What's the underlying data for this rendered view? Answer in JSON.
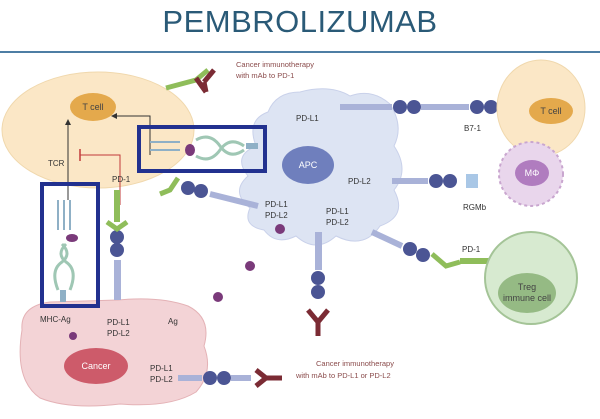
{
  "title": "PEMBROLIZUMAB",
  "cells": {
    "t_cell_main": "T cell",
    "t_cell_right": "T cell",
    "apc": "APC",
    "cancer": "Cancer",
    "macrophage": "MΦ",
    "treg_line1": "Treg",
    "treg_line2": "immune cell"
  },
  "labels": {
    "tcr": "TCR",
    "pd1_tcell": "PD-1",
    "mhc_ag": "MHC-Ag",
    "ag": "Ag",
    "pdl1_cancer_up": "PD-L1",
    "pdl2_cancer_up": "PD-L2",
    "pdl1_cancer_low": "PD-L1",
    "pdl2_cancer_low": "PD-L2",
    "pdl1_apc_top": "PD-L1",
    "pdl2_apc_right": "PD-L2",
    "pdl1_apc_left": "PD-L1",
    "pdl2_apc_left": "PD-L2",
    "pdl1_apc_mid": "PD-L1",
    "pdl2_apc_mid": "PD-L2",
    "b71": "B7-1",
    "rgmb": "RGMb",
    "pd1_treg": "PD-1"
  },
  "captions": {
    "top_line1": "Cancer immunotherapy",
    "top_line2": "with mAb to PD-1",
    "bottom_line1": "Cancer immunotherapy",
    "bottom_line2": "with mAb to PD-L1 or PD-L2"
  },
  "colors": {
    "title": "#2a5a77",
    "highlight_box": "#22318f",
    "ligand": "#4b5594",
    "receptor": "#8fbd5a",
    "antibody": "#7b2b34"
  }
}
